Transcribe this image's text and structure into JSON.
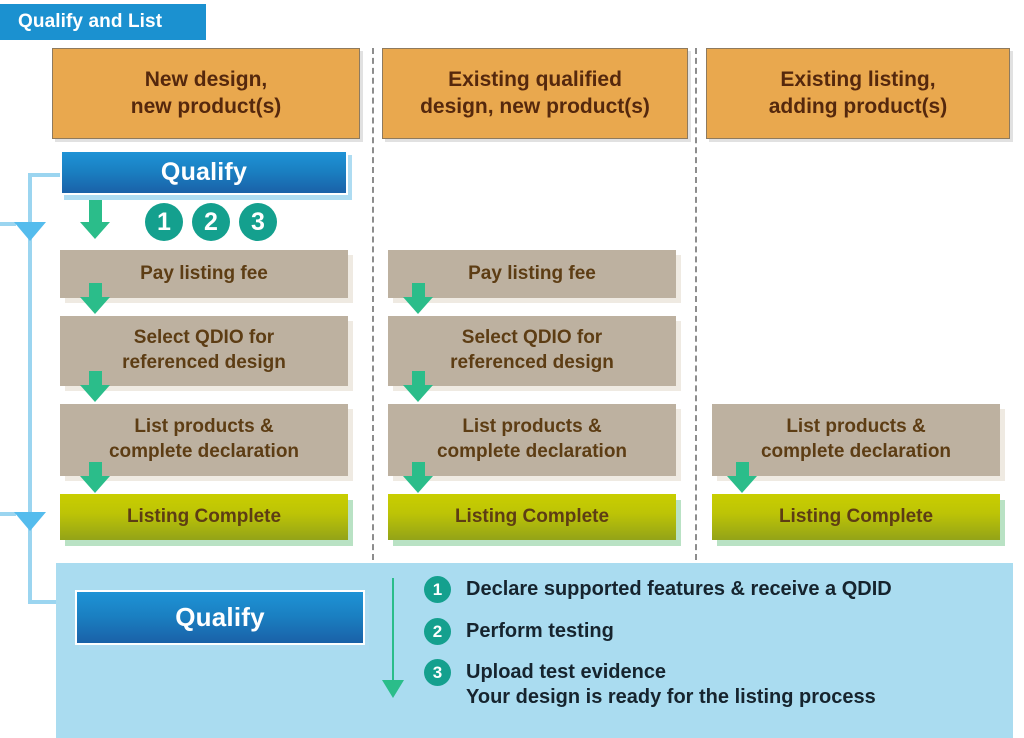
{
  "title": "Qualify and List",
  "columns": [
    {
      "id": "col-new-design",
      "header": "New design,\nnew product(s)",
      "header_line1": "New design,",
      "header_line2": "new product(s)",
      "qualify_label": "Qualify",
      "badges": [
        "1",
        "2",
        "3"
      ],
      "steps": [
        {
          "label": "Pay listing fee",
          "line1": "Pay listing fee",
          "line2": ""
        },
        {
          "label": "Select QDIO for referenced design",
          "line1": "Select QDIO for",
          "line2": "referenced design"
        },
        {
          "label": "List products & complete declaration",
          "line1": "List products &",
          "line2": "complete declaration"
        }
      ],
      "final": "Listing Complete"
    },
    {
      "id": "col-existing-qualified-design",
      "header": "Existing qualified design, new product(s)",
      "header_line1": "Existing qualified",
      "header_line2": "design, new product(s)",
      "steps": [
        {
          "label": "Pay listing fee",
          "line1": "Pay listing fee",
          "line2": ""
        },
        {
          "label": "Select QDIO for referenced design",
          "line1": "Select QDIO for",
          "line2": "referenced design"
        },
        {
          "label": "List products & complete declaration",
          "line1": "List products &",
          "line2": "complete declaration"
        }
      ],
      "final": "Listing Complete"
    },
    {
      "id": "col-existing-listing",
      "header": "Existing listing, adding product(s)",
      "header_line1": "Existing listing,",
      "header_line2": "adding product(s)",
      "steps": [
        {
          "label": "List products & complete declaration",
          "line1": "List products &",
          "line2": "complete declaration"
        }
      ],
      "final": "Listing Complete"
    }
  ],
  "qualify_panel": {
    "button_label": "Qualify",
    "items": [
      {
        "num": "1",
        "text": "Declare supported features &  receive a QDID",
        "sub": ""
      },
      {
        "num": "2",
        "text": "Perform testing",
        "sub": ""
      },
      {
        "num": "3",
        "text": "Upload test evidence",
        "sub": "Your design is ready for the listing process"
      }
    ]
  },
  "colors": {
    "title_tab": "#1b91d0",
    "header_box": "#e9a84e",
    "header_text": "#55280d",
    "step_box": "#bdb1a0",
    "step_text": "#5d3d14",
    "final_box_top": "#c9ce00",
    "final_box_bottom": "#93a318",
    "qualify_blue_top": "#1e93d6",
    "qualify_blue_bottom": "#1a61a8",
    "green_arrow": "#2bbd8a",
    "teal_circle": "#14a08e",
    "panel_bg": "#aadcf0",
    "connector": "#9bd5f0",
    "connector_arrow": "#54bced"
  }
}
